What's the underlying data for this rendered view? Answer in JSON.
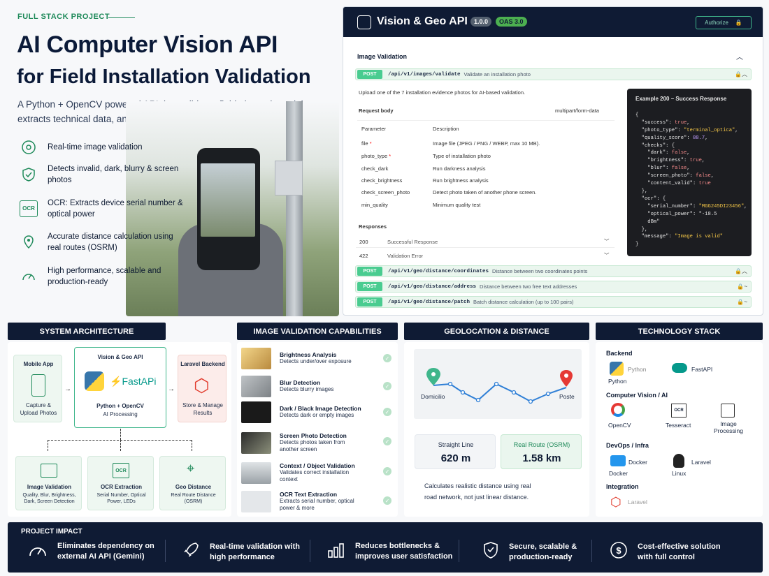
{
  "hero": {
    "kicker": "FULL STACK PROJECT",
    "title_line1": "AI Computer Vision API",
    "title_line2": "for Field Installation Validation",
    "description": "A Python + OpenCV powered API that validates field photos in real time, extracts technical data, and improves operational efficiency.",
    "features": [
      {
        "icon": "target-icon",
        "text": "Real-time image validation"
      },
      {
        "icon": "shield-check-icon",
        "text": "Detects invalid, dark, blurry & screen photos"
      },
      {
        "icon": "ocr-icon",
        "text": "OCR: Extracts device serial number & optical power"
      },
      {
        "icon": "map-pin-icon",
        "text": "Accurate distance calculation using real routes (OSRM)"
      },
      {
        "icon": "gauge-icon",
        "text": "High performance, scalable and production-ready"
      }
    ]
  },
  "api": {
    "title": "Vision & Geo API",
    "version": "1.0.0",
    "oas": "OAS 3.0",
    "authorize": "Authorize",
    "group": "Image Validation",
    "main_endpoint": {
      "method": "POST",
      "path": "/api/v1/images/validate",
      "desc": "Validate an installation photo"
    },
    "intro": "Upload one of the 7 installation evidence photos for AI-based validation.",
    "request_body": "Request body",
    "content_type": "multipart/form-data",
    "param_header": "Parameter",
    "desc_header": "Description",
    "params": [
      {
        "name": "file",
        "req": "*",
        "desc": "Image file (JPEG / PNG / WEBP, max 10 MB)."
      },
      {
        "name": "photo_type",
        "req": "*",
        "desc": "Type of installation photo"
      },
      {
        "name": "check_dark",
        "req": "",
        "desc": "Run darkness analysis"
      },
      {
        "name": "check_brightness",
        "req": "",
        "desc": "Run brightness analysis"
      },
      {
        "name": "check_screen_photo",
        "req": "",
        "desc": "Detect photo taken of another phone screen."
      },
      {
        "name": "min_quality",
        "req": "",
        "desc": "Minimum quality test"
      }
    ],
    "responses_label": "Responses",
    "responses": [
      {
        "code": "200",
        "desc": "Successful Response"
      },
      {
        "code": "422",
        "desc": "Validation Error"
      }
    ],
    "example_title": "Example 200 – Success Response",
    "example_lines": [
      "{",
      "  \"success\": true,",
      "  \"photo_type\": \"terminal_optica\",",
      "  \"quality_score\": 88.7,",
      "  \"checks\": {",
      "    \"dark\": false,",
      "    \"brightness\": true,",
      "    \"blur\": false,",
      "    \"screen_photo\": false,",
      "    \"content_valid\": true",
      "  },",
      "  \"ocr\": {",
      "    \"serial_number\": \"MGG245DI23456\",",
      "    \"optical_power\": \"-18.5",
      "    dBm\"",
      "  },",
      "  \"message\": \"Image is valid\"",
      "}"
    ],
    "other_endpoints": [
      {
        "method": "POST",
        "path": "/api/v1/geo/distance/coordinates",
        "desc": "Distance between two coordinates points"
      },
      {
        "method": "POST",
        "path": "/api/v1/geo/distance/address",
        "desc": "Distance between two free text addresses"
      },
      {
        "method": "POST",
        "path": "/api/v1/geo/distance/patch",
        "desc": "Batch distance calculation (up to 100 pairs)"
      }
    ]
  },
  "architecture": {
    "header": "SYSTEM ARCHITECTURE",
    "mobile_title": "Mobile App",
    "mobile_desc": "Capture & Upload Photos",
    "core_title": "Vision & Geo API",
    "core_python": "Python + OpenCV",
    "core_ai": "AI Processing",
    "fastapi": "FastAPi",
    "laravel_title": "Laravel Backend",
    "laravel_desc": "Store & Manage Results",
    "modules": [
      {
        "title": "Image Validation",
        "desc": "Quality, Blur, Brightness, Dark, Screen Detection"
      },
      {
        "title": "OCR Extraction",
        "desc": "Serial Number, Optical Power, LEDs"
      },
      {
        "title": "Geo Distance",
        "desc": "Real Route Distance (OSRM)"
      }
    ]
  },
  "capabilities": {
    "header": "IMAGE VALIDATION CAPABILITIES",
    "items": [
      {
        "title": "Brightness Analysis",
        "desc": "Detects under/over exposure"
      },
      {
        "title": "Blur Detection",
        "desc": "Detects blurry images"
      },
      {
        "title": "Dark / Black Image Detection",
        "desc": "Detects dark or empty images"
      },
      {
        "title": "Screen Photo Detection",
        "desc": "Detects photos taken from another screen"
      },
      {
        "title": "Context / Object Validation",
        "desc": "Validates correct installation context"
      },
      {
        "title": "OCR Text Extraction",
        "desc": "Extracts serial number, optical power & more"
      }
    ]
  },
  "geo": {
    "header": "GEOLOCATION & DISTANCE",
    "from": "Domicilio",
    "to": "Poste",
    "straight_label": "Straight Line",
    "straight_value": "620 m",
    "route_label": "Real Route (OSRM)",
    "route_value": "1.58 km",
    "note": "Calculates realistic distance using real road network, not just linear distance."
  },
  "tech": {
    "header": "TECHNOLOGY STACK",
    "backend_label": "Backend",
    "backend": [
      "Python",
      "FastAPI"
    ],
    "cv_label": "Computer Vision / AI",
    "cv": [
      "OpenCV",
      "Tesseract",
      "Image Processing"
    ],
    "devops_label": "DevOps / Infra",
    "devops": [
      "Docker",
      "Linux"
    ],
    "integration_label": "Integration",
    "integration": [
      "Laravel"
    ]
  },
  "impact": {
    "header": "PROJECT IMPACT",
    "items": [
      {
        "icon": "speedometer-icon",
        "text": "Eliminates dependency on external AI API (Gemini)"
      },
      {
        "icon": "rocket-icon",
        "text": "Real-time validation with high performance"
      },
      {
        "icon": "bar-chart-icon",
        "text": "Reduces bottlenecks & improves user satisfaction"
      },
      {
        "icon": "shield-icon",
        "text": "Secure, scalable & production-ready"
      },
      {
        "icon": "dollar-icon",
        "text": "Cost-effective solution with full control"
      }
    ]
  },
  "colors": {
    "navy": "#0f1b34",
    "green": "#49cc90",
    "accent_green": "#1f8a5a"
  }
}
